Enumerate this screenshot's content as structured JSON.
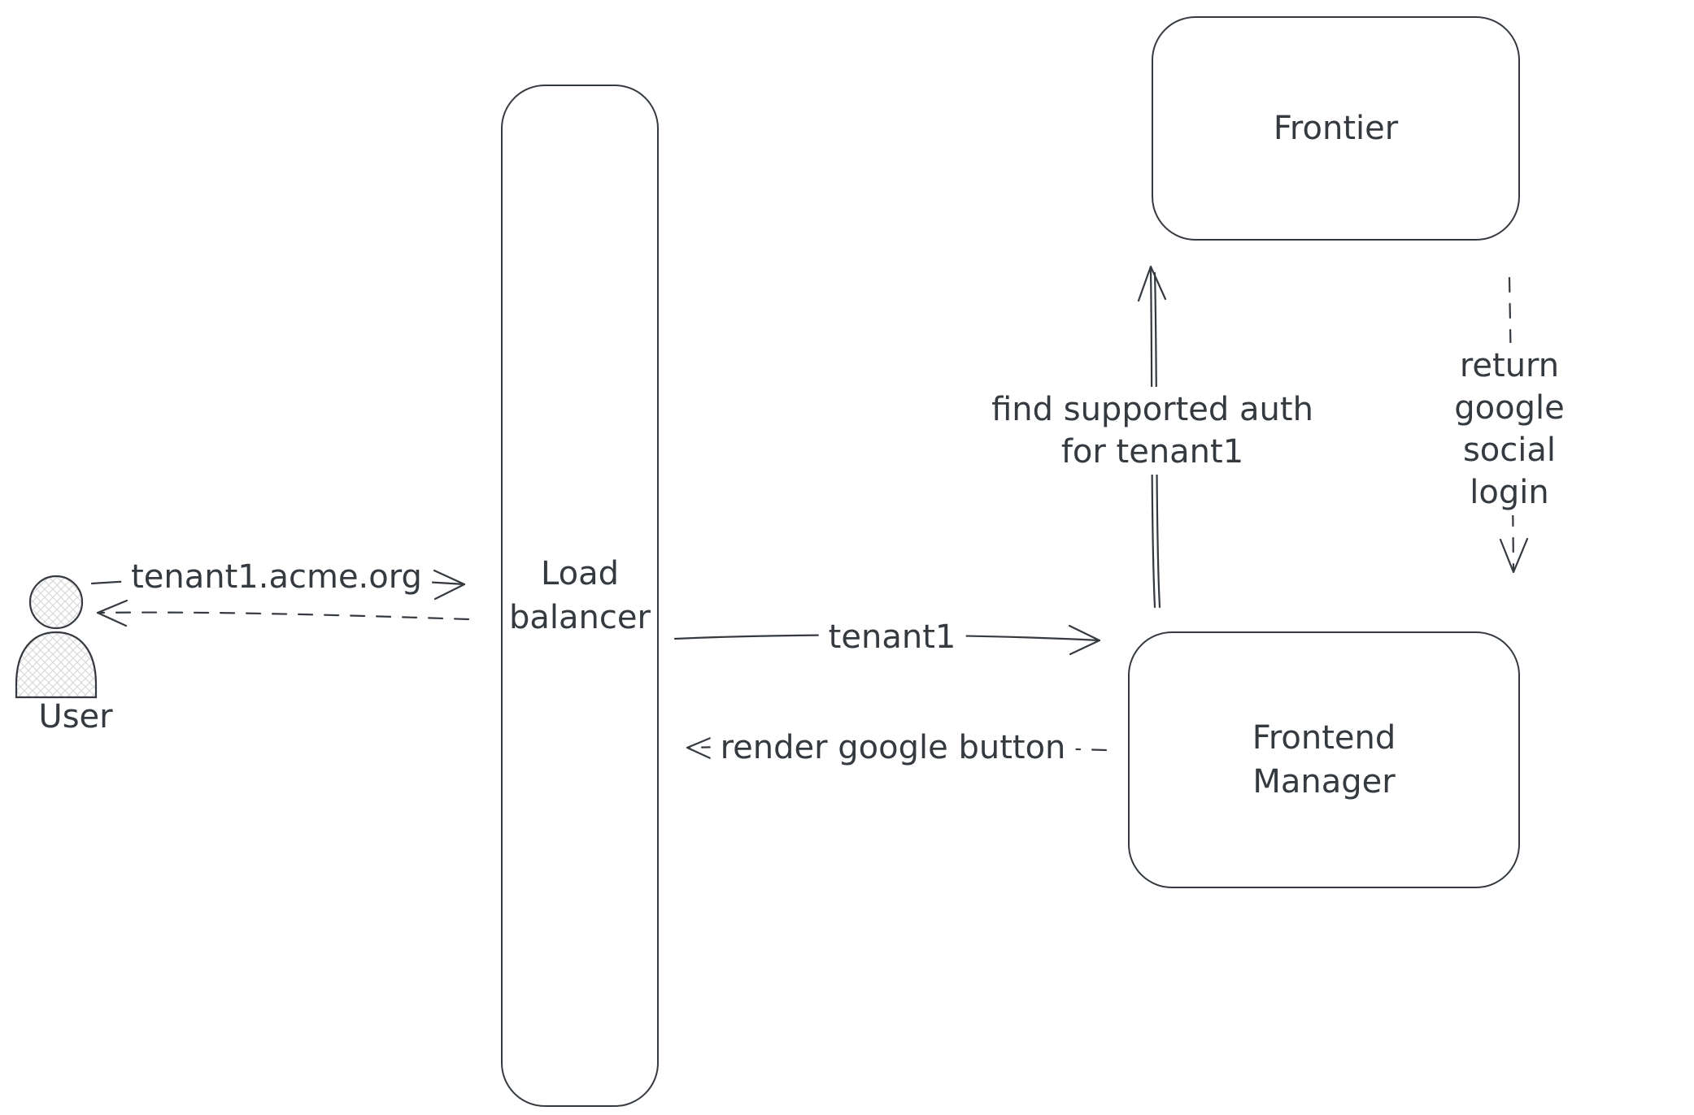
{
  "colors": {
    "ink": "#343a40",
    "background": "#ffffff"
  },
  "nodes": {
    "user": {
      "label": "User"
    },
    "load_balancer": {
      "label": "Load\nbalancer"
    },
    "frontier": {
      "label": "Frontier"
    },
    "frontend_manager": {
      "label": "Frontend\nManager"
    }
  },
  "edges": {
    "user_to_lb": {
      "label": "tenant1.acme.org"
    },
    "lb_to_fm": {
      "label": "tenant1"
    },
    "fm_to_lb": {
      "label": "render google button"
    },
    "fm_to_frontier": {
      "label": "find supported auth\nfor tenant1"
    },
    "frontier_to_fm": {
      "label": "return google social\nlogin"
    }
  }
}
